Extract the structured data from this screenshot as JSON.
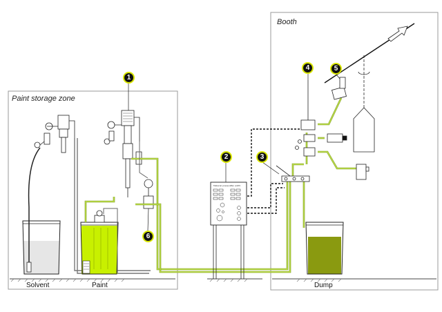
{
  "zones": {
    "storage": "Paint storage zone",
    "booth": "Booth"
  },
  "captions": {
    "solvent": "Solvent",
    "paint": "Paint",
    "dump": "Dump"
  },
  "callouts": [
    "1",
    "2",
    "3",
    "4",
    "5",
    "6"
  ],
  "panel_labels": {
    "left": "Material pressure",
    "right": "Fan width"
  },
  "colors": {
    "paint_line": "#bfe04a",
    "paint_line_dark": "#7c9a1e",
    "paint_fluid": "#c8f000",
    "dump_fluid": "#8a9a10",
    "solvent_fluid": "#e6e6e6",
    "line": "#222222",
    "zone_border": "#9a9a9a"
  }
}
